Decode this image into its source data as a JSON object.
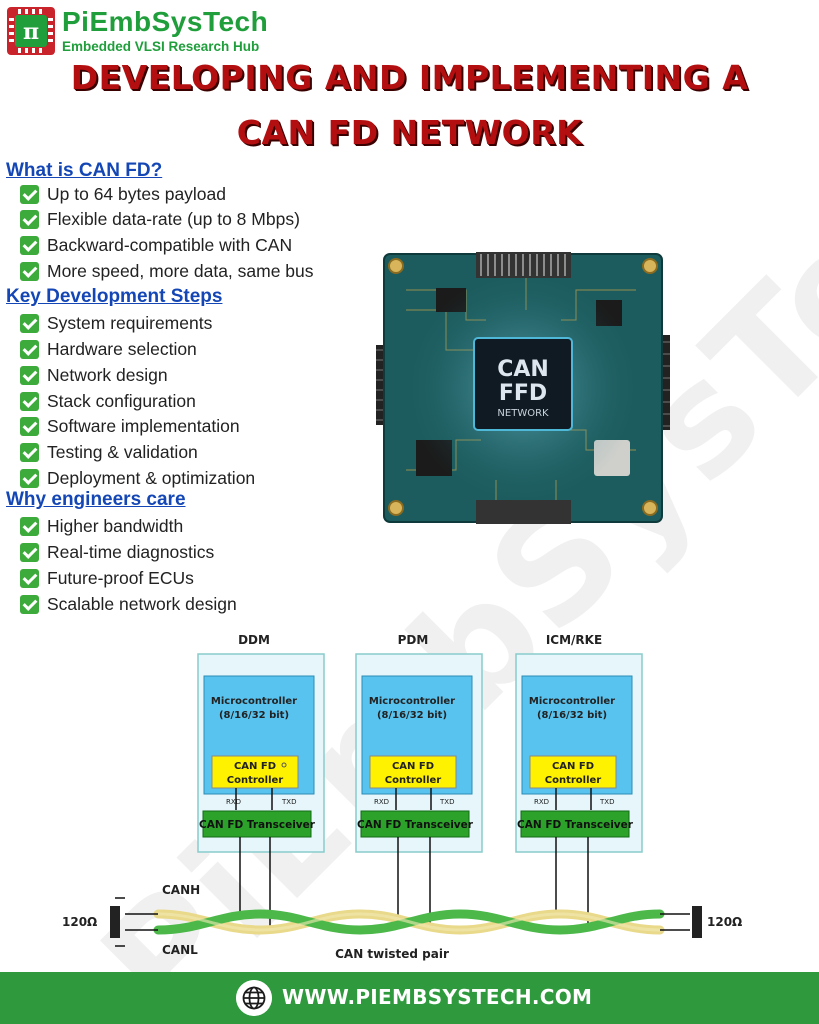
{
  "brand": {
    "name": "PiEmbSysTech",
    "tagline": "Embedded VLSI Research Hub",
    "logo_symbol": "π",
    "color": "#1f9e3b"
  },
  "watermark": "PiEmbSysTech",
  "title": {
    "line1": "DEVELOPING AND IMPLEMENTING A",
    "line2": "CAN FD NETWORK",
    "color": "#b30f10"
  },
  "sections": [
    {
      "heading": "What is CAN FD?",
      "items": [
        "Up to 64 bytes payload",
        "Flexible data-rate (up to 8 Mbps)",
        "Backward-compatible with CAN",
        "More speed, more data, same bus"
      ]
    },
    {
      "heading": "Key Development Steps",
      "items": [
        "System requirements",
        "Hardware selection",
        "Network design",
        "Stack configuration",
        "Software implementation",
        "Testing & validation",
        "Deployment & optimization"
      ]
    },
    {
      "heading": "Why engineers care",
      "items": [
        "Higher bandwidth",
        "Real-time diagnostics",
        "Future-proof ECUs",
        "Scalable network design"
      ]
    }
  ],
  "chip": {
    "line1": "CAN",
    "line2": "FFD",
    "line3": "NETWORK"
  },
  "diagram": {
    "nodes": [
      {
        "name": "DDM",
        "mcu_line1": "Microcontroller",
        "mcu_line2": "(8/16/32 bit)",
        "ctrl_line1": "CAN FD",
        "ctrl_line2": "Controller",
        "rxd": "RXD",
        "txd": "TXD",
        "transceiver": "CAN FD Transceiver"
      },
      {
        "name": "PDM",
        "mcu_line1": "Microcontroller",
        "mcu_line2": "(8/16/32 bit)",
        "ctrl_line1": "CAN FD",
        "ctrl_line2": "Controller",
        "rxd": "RXD",
        "txd": "TXD",
        "transceiver": "CAN FD Transceiver"
      },
      {
        "name": "ICM/RKE",
        "mcu_line1": "Microcontroller",
        "mcu_line2": "(8/16/32 bit)",
        "ctrl_line1": "CAN FD",
        "ctrl_line2": "Controller",
        "rxd": "RXD",
        "txd": "TXD",
        "transceiver": "CAN FD Transceiver"
      }
    ],
    "canh": "CANH",
    "canl": "CANL",
    "term_left": "120Ω",
    "term_right": "120Ω",
    "bus_caption": "CAN twisted pair"
  },
  "footer": {
    "url": "WWW.PIEMBSYSTECH.COM",
    "icon": "globe-icon",
    "color": "#2e9a3d"
  }
}
